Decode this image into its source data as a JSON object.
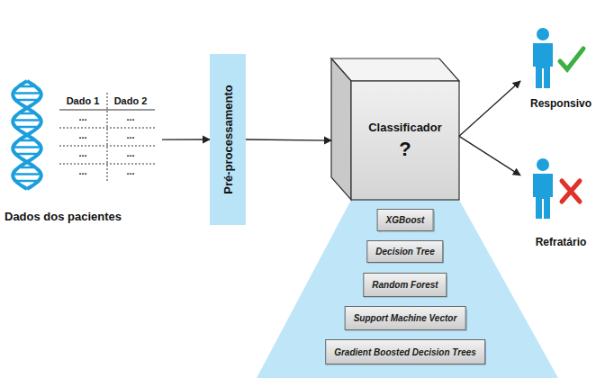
{
  "diagram": {
    "nodes": [
      {
        "text": [
          "Dados dos pacientes"
        ]
      },
      {
        "text": [
          "Pré-processamento"
        ]
      },
      {
        "text": [
          "Classificador",
          "?"
        ]
      },
      {
        "text": [
          "XGBoost"
        ]
      },
      {
        "text": [
          "Decision Tree"
        ]
      },
      {
        "text": [
          "Random Forest"
        ]
      },
      {
        "text": [
          "Support Machine Vector"
        ]
      },
      {
        "text": [
          "Gradient Boosted Decision Trees"
        ]
      },
      {
        "text": [
          "Responsivo"
        ]
      },
      {
        "text": [
          "Refratário"
        ]
      }
    ],
    "edges": [
      {
        "from": 0,
        "to": 1,
        "arrow": "to"
      },
      {
        "from": 1,
        "to": 2,
        "arrow": "to"
      },
      {
        "from": 2,
        "to": 8,
        "arrow": "to"
      },
      {
        "from": 2,
        "to": 9,
        "arrow": "to"
      }
    ],
    "labels": [
      "Dado 1",
      "Dado 2",
      "...",
      "...",
      "...",
      "...",
      "...",
      "...",
      "...",
      "..."
    ]
  }
}
